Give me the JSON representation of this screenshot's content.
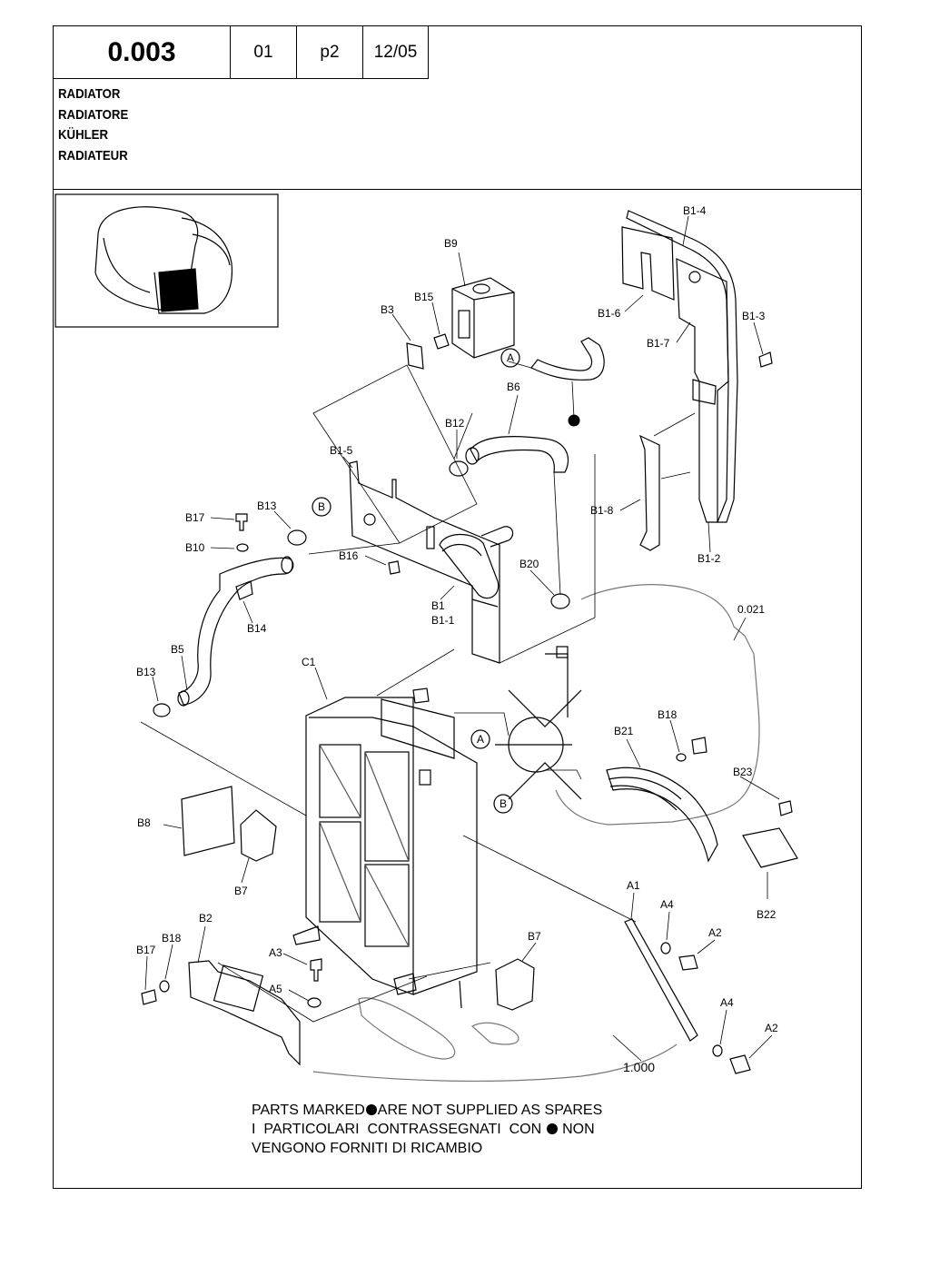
{
  "header": {
    "code": "0.003",
    "col2": "01",
    "col3": "p2",
    "col4": "12/05"
  },
  "titles": [
    "RADIATOR",
    "RADIATORE",
    "KÜHLER",
    "RADIATEUR"
  ],
  "callouts": {
    "B1_4": "B1-4",
    "B1_6": "B1-6",
    "B1_7": "B1-7",
    "B1_3": "B1-3",
    "B9": "B9",
    "B15": "B15",
    "B3": "B3",
    "A_top": "A",
    "B6": "B6",
    "B12": "B12",
    "B1_5": "B1-5",
    "B1_8": "B1-8",
    "B1_2": "B1-2",
    "B17_top": "B17",
    "B13_top": "B13",
    "B_top": "B",
    "B10": "B10",
    "B16": "B16",
    "B20": "B20",
    "B14": "B14",
    "B1": "B1",
    "B1_1": "B1-1",
    "ref_0021": "0.021",
    "B5": "B5",
    "C1": "C1",
    "B13_left": "B13",
    "A_mid": "A",
    "B18_right": "B18",
    "B21": "B21",
    "B23": "B23",
    "B_mid": "B",
    "B8": "B8",
    "B7_left": "B7",
    "B22": "B22",
    "A1": "A1",
    "A4_top": "A4",
    "A2_top": "A2",
    "B2": "B2",
    "B18_left": "B18",
    "B17_left": "B17",
    "A3": "A3",
    "B7_bottom": "B7",
    "A5": "A5",
    "A4_bottom": "A4",
    "A2_bottom": "A2",
    "ref_1000": "1.000"
  },
  "notes": {
    "line1_a": "PARTS MARKED",
    "line1_b": "ARE NOT SUPPLIED AS SPARES",
    "line2_a": "I  PARTICOLARI  CONTRASSEGNATI  CON",
    "line2_b": "NON",
    "line3": "VENGONO FORNITI DI RICAMBIO"
  },
  "icons": {
    "marker": "filled-circle-icon"
  }
}
